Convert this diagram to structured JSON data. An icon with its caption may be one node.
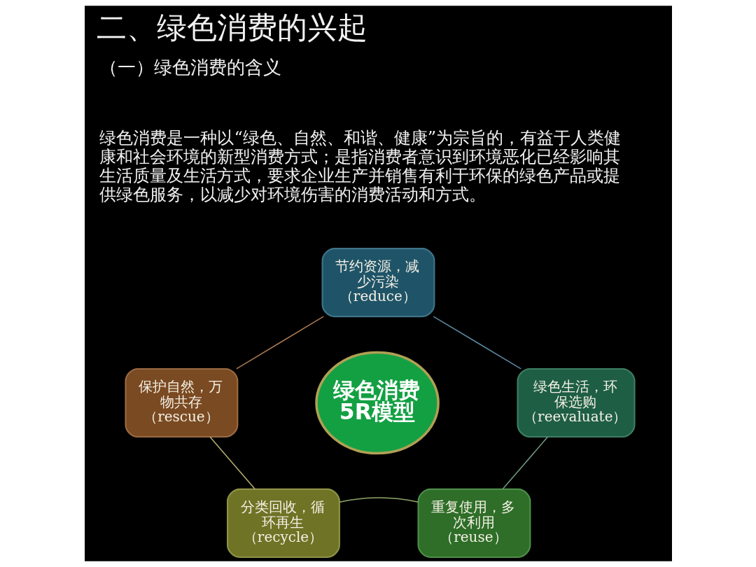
{
  "diagram": {
    "title": "二、绿色消费的兴起",
    "nodes": [
      {
        "text": [
          "节约资源，减少污染",
          "（reduce）"
        ]
      },
      {
        "text": [
          "保护自然，万物共存",
          "（rescue）"
        ]
      },
      {
        "text": [
          "绿色消费5R模型"
        ]
      },
      {
        "text": [
          "绿色生活，环保选购",
          "（reevaluate）"
        ]
      },
      {
        "text": [
          "分类回收，循环再生",
          "（recycle）"
        ]
      },
      {
        "text": [
          "重复使用，多次利用",
          "（reuse）"
        ]
      }
    ],
    "edges": [
      {
        "from": 0,
        "to": 3,
        "arrow": "none",
        "color": "#5b88a0"
      },
      {
        "from": 3,
        "to": 5,
        "arrow": "none",
        "color": "#6f9a80"
      },
      {
        "from": 4,
        "to": 5,
        "arrow": "none",
        "color": "#8fa868"
      },
      {
        "from": 1,
        "to": 4,
        "arrow": "none",
        "color": "#b5ad70"
      },
      {
        "from": 0,
        "to": 1,
        "arrow": "none",
        "color": "#a87850"
      }
    ],
    "labels": [
      "（一）绿色消费的含义",
      "绿色消费是一种以“绿色、自然、和谐、健康”为宗旨的，有益于人类健康和社会环境的新型消费方式；是指消费者意识到环境恶化已经影响其生活质量及生活方式，要求企业生产并销售有利于环保的绿色产品或提供绿色服务，以减少对环境伤害的消费活动和方式。"
    ]
  }
}
